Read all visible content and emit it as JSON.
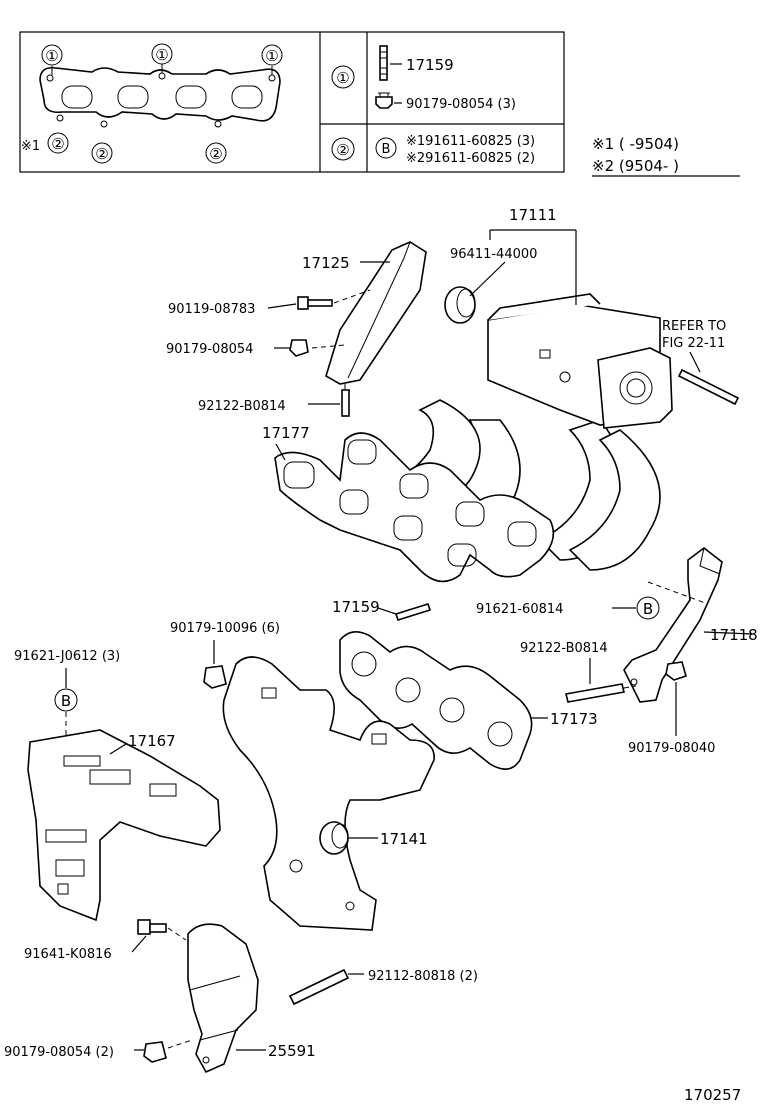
{
  "legend": {
    "mark1": "①",
    "mark2": "②",
    "markB": "B",
    "row1_stud": "17159",
    "row1_nut": "90179-08054 (3)",
    "row2_a": "※191611-60825 (3)",
    "row2_b": "※291611-60825 (2)",
    "note_star1": "※1",
    "note_star2": "※2"
  },
  "notes": {
    "n1": "※1 (      -9504)",
    "n2": "※2 (9504-       )"
  },
  "labels": {
    "p17111": "17111",
    "p96411": "96411-44000",
    "p17125": "17125",
    "p90119": "90119-08783",
    "p90179a": "90179-08054",
    "p92122a": "92122-B0814",
    "p17177": "17177",
    "refer1": "REFER TO",
    "refer2": "FIG 22-11",
    "p17159": "17159",
    "p90179b": "90179-10096 (6)",
    "p91621a": "91621-60814",
    "p17118": "17118",
    "p92122b": "92122-B0814",
    "p91621b": "91621-J0612 (3)",
    "p17173": "17173",
    "p17167": "17167",
    "p90179c": "90179-08040",
    "p17141": "17141",
    "p91641": "91641-K0816",
    "p92112": "92112-80818 (2)",
    "p90179d": "90179-08054 (2)",
    "p25591": "25591",
    "figno": "170257"
  }
}
